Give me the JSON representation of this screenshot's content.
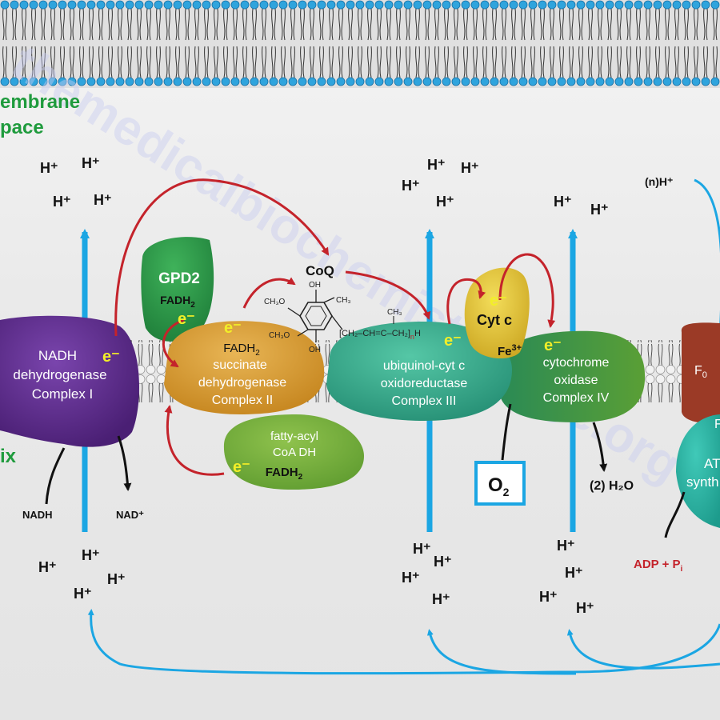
{
  "regions": {
    "intermembrane": [
      "embrane",
      "pace"
    ],
    "matrix": "ix"
  },
  "complexes": {
    "c1": {
      "lines": [
        "NADH",
        "dehydrogenase",
        "Complex I"
      ],
      "electron": "e⁻"
    },
    "gpd2": {
      "name": "GPD2",
      "cofactor": "FADH",
      "cofactor_sub": "2",
      "electron": "e⁻"
    },
    "c2": {
      "lines": [
        "succinate",
        "dehydrogenase",
        "Complex II"
      ],
      "cofactor": "FADH",
      "cofactor_sub": "2",
      "electron": "e⁻"
    },
    "facd": {
      "lines": [
        "fatty-acyl",
        "CoA DH"
      ],
      "cofactor": "FADH",
      "cofactor_sub": "2",
      "electron": "e⁻"
    },
    "c3": {
      "lines": [
        "ubiquinol-cyt c",
        "oxidoreductase",
        "Complex III"
      ],
      "electron": "e⁻"
    },
    "cytc": {
      "name": "Cyt c",
      "electron": "e⁻",
      "iron": "Fe",
      "iron_charge": "3+"
    },
    "c4": {
      "lines": [
        "cytochrome",
        "oxidase",
        "Complex IV"
      ],
      "electron": "e⁻"
    },
    "atp": {
      "f0": "F",
      "f0_sub": "0",
      "f1_partial": "F",
      "lines": [
        "AT",
        "synth"
      ]
    }
  },
  "coq": {
    "label": "CoQ",
    "oh_top": "OH",
    "oh_bottom": "OH",
    "ch3o_top": "CH₃O",
    "ch3o_bottom": "CH₃O",
    "ch3_ring": "CH₃",
    "ch3_chain": "CH₃",
    "chain": "[CH₂–CH=C–CH₂]",
    "n": "n",
    "h": "H"
  },
  "molecules": {
    "nadh": "NADH",
    "nad": "NAD⁺",
    "o2": "O",
    "o2_sub": "2",
    "h2o": "(2) H₂O",
    "adp": "ADP + P",
    "adp_sub": "i",
    "nh": "(n)H⁺"
  },
  "proton": "H⁺",
  "watermark": "themedicalbiochemistrypage.org",
  "colors": {
    "proton_arrow": "#1ba6e3",
    "electron_arrow": "#c4232b",
    "electron_text": "#f2ee28",
    "complex1": "#5d2a8c",
    "complex2": "#d79a2f",
    "gpd2": "#2e9a48",
    "complex3": "#31a98a",
    "complex4": "#2b8c4e",
    "atp_f0": "#9b3a26",
    "atp_f1": "#25b5a4",
    "region_label": "#1f9b3d"
  }
}
